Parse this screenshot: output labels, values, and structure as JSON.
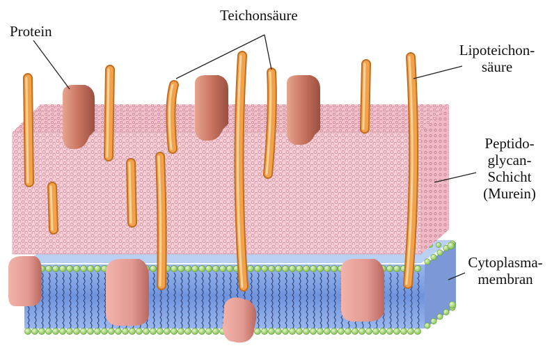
{
  "labels": {
    "protein": "Protein",
    "teichonsaeure": "Teichonsäure",
    "lipoteichon_1": "Lipoteichon-",
    "lipoteichon_2": "säure",
    "peptido_1": "Peptido-",
    "peptido_2": "glycan-",
    "peptido_3": "Schicht",
    "peptido_4": "(Murein)",
    "cyto_1": "Cytoplasma-",
    "cyto_2": "membran"
  },
  "colors": {
    "peptidoglycan": "#f6c9d3",
    "peptidoglycan_mesh": "#c98d9c",
    "teichoic_acid": "#f2a24a",
    "protein": "#c87460",
    "membrane_core": "#7d9fe0",
    "lipid_head": "#9bd26a"
  }
}
